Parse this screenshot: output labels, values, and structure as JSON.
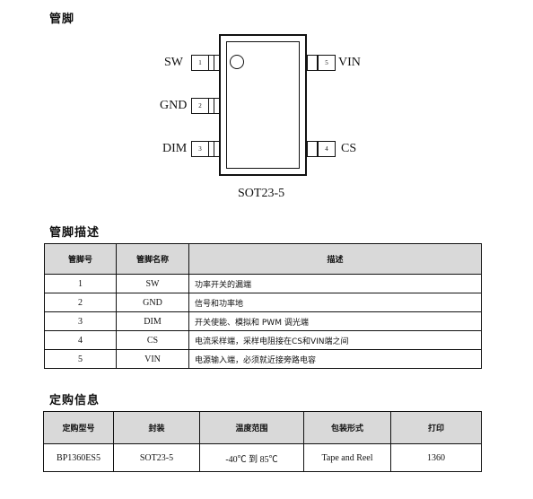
{
  "section_pins": "管脚",
  "package": {
    "caption": "SOT23-5",
    "pins": [
      {
        "num": "1",
        "label": "SW"
      },
      {
        "num": "2",
        "label": "GND"
      },
      {
        "num": "3",
        "label": "DIM"
      },
      {
        "num": "4",
        "label": "CS"
      },
      {
        "num": "5",
        "label": "VIN"
      }
    ]
  },
  "section_pin_desc": "管脚描述",
  "pin_table": {
    "headers": [
      "管脚号",
      "管脚名称",
      "描述"
    ],
    "rows": [
      {
        "num": "1",
        "name": "SW",
        "desc": "功率开关的漏端"
      },
      {
        "num": "2",
        "name": "GND",
        "desc": "信号和功率地"
      },
      {
        "num": "3",
        "name": "DIM",
        "desc": "开关使能、模拟和 PWM 调光端"
      },
      {
        "num": "4",
        "name": "CS",
        "desc": "电流采样端，采样电阻接在CS和VIN端之间"
      },
      {
        "num": "5",
        "name": "VIN",
        "desc": "电源输入端，必须就近接旁路电容"
      }
    ]
  },
  "section_order": "定购信息",
  "order_table": {
    "headers": [
      "定购型号",
      "封装",
      "温度范围",
      "包装形式",
      "打印"
    ],
    "row": [
      "BP1360ES5",
      "SOT23-5",
      "-40℃ 到 85℃",
      "Tape and Reel",
      "1360"
    ]
  }
}
